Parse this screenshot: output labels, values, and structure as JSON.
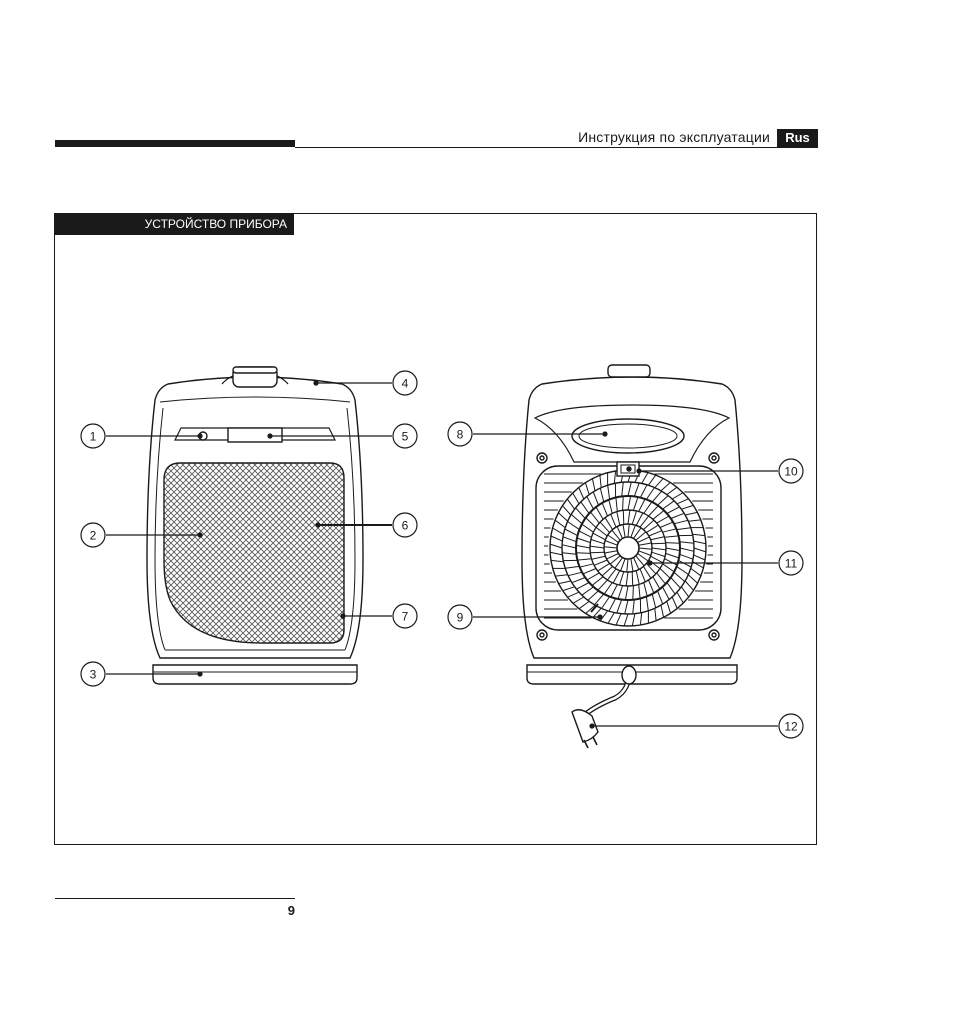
{
  "header": {
    "title": "Инструкция по эксплуатации",
    "lang_badge": "Rus"
  },
  "section": {
    "title": "УСТРОЙСТВО ПРИБОРА"
  },
  "callouts": [
    "1",
    "2",
    "3",
    "4",
    "5",
    "6",
    "7",
    "8",
    "9",
    "10",
    "11",
    "12"
  ],
  "footer": {
    "page_number": "9"
  }
}
